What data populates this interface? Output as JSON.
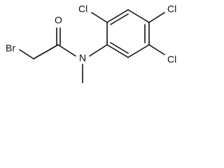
{
  "molecule": {
    "atoms": {
      "br": "Br",
      "o": "O",
      "n": "N",
      "cl_ortho": "Cl",
      "cl_para": "Cl",
      "cl_meta": "Cl"
    }
  }
}
